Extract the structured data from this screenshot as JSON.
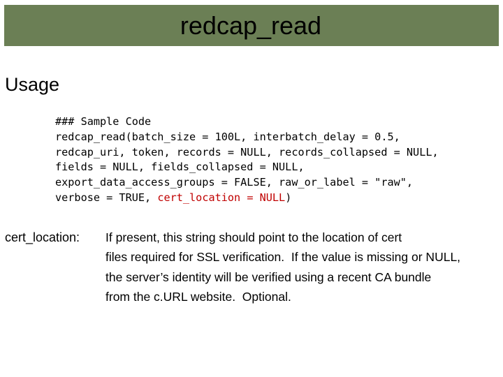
{
  "slide": {
    "title": "redcap_read",
    "title_bar_color": "#6b7f55"
  },
  "usage": {
    "heading": "Usage"
  },
  "code": {
    "lines": [
      "### Sample Code",
      "redcap_read(batch_size = 100L, interbatch_delay = 0.5,",
      "redcap_uri, token, records = NULL, records_collapsed = NULL,",
      "fields = NULL, fields_collapsed = NULL,",
      "export_data_access_groups = FALSE, raw_or_label = \"raw\","
    ],
    "last_line_prefix": "verbose = TRUE, ",
    "last_line_highlight": "cert_location = NULL",
    "last_line_suffix": ")",
    "highlight_color": "#c00000"
  },
  "parameter": {
    "name": "cert_location:",
    "description_lines": [
      "If present, this string should point to the location of cert",
      "files required for SSL verification.  If the value is missing or NULL,",
      "the server’s identity will be verified using a recent CA bundle",
      "from the c.URL website.  Optional."
    ]
  }
}
